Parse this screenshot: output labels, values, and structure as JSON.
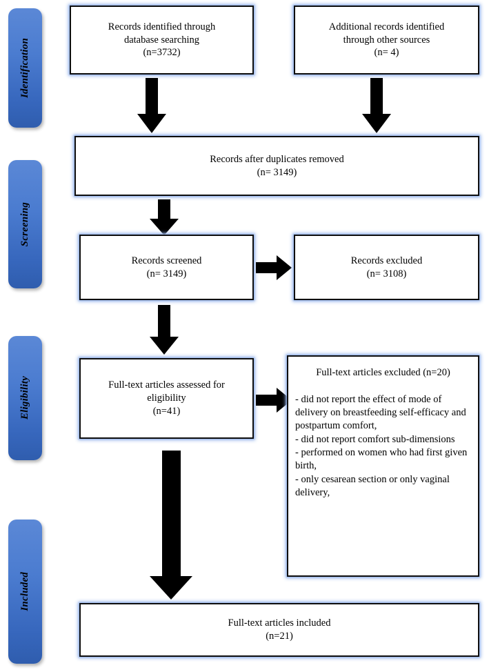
{
  "diagram": {
    "type": "prisma-flow-diagram",
    "title": "PRISMA study selection flow diagram",
    "stages": [
      {
        "id": "identification",
        "label": "Identification"
      },
      {
        "id": "screening",
        "label": "Screening"
      },
      {
        "id": "eligibility",
        "label": "Eligibility"
      },
      {
        "id": "included",
        "label": "Included"
      }
    ],
    "boxes": {
      "db_search": {
        "name": "records-identified-database",
        "lines": [
          "Records identified through",
          "database searching",
          "(n=3732)"
        ],
        "count": 3732
      },
      "other_sources": {
        "name": "additional-records-other-sources",
        "lines": [
          "Additional records identified",
          "through other sources",
          "(n= 4)"
        ],
        "count": 4
      },
      "duplicates_removed": {
        "name": "records-after-duplicates-removed",
        "lines": [
          "Records after duplicates removed",
          "(n= 3149)"
        ],
        "count": 3149
      },
      "records_screened": {
        "name": "records-screened",
        "lines": [
          "Records screened",
          "(n= 3149)"
        ],
        "count": 3149
      },
      "records_excluded": {
        "name": "records-excluded",
        "lines": [
          "Records excluded",
          "(n= 3108)"
        ],
        "count": 3108
      },
      "fulltext_assessed": {
        "name": "full-text-articles-assessed",
        "lines": [
          "Full-text articles assessed for",
          "eligibility",
          "(n=41)"
        ],
        "count": 41
      },
      "fulltext_excluded": {
        "name": "full-text-articles-excluded",
        "heading": [
          "Full-text articles excluded",
          "(n=20)"
        ],
        "count": 20,
        "reasons": [
          "- did not report the effect of mode of delivery on breastfeeding self-efficacy and postpartum comfort,",
          "- did not report comfort sub-dimensions",
          "- performed on women who had first given birth,",
          "- only cesarean section or only vaginal delivery,"
        ]
      },
      "fulltext_included": {
        "name": "full-text-articles-included",
        "lines": [
          "Full-text articles included",
          "(n=21)"
        ],
        "count": 21
      }
    },
    "arrows": [
      {
        "name": "arrow-db-search-to-duplicates",
        "direction": "down"
      },
      {
        "name": "arrow-other-sources-to-duplicates",
        "direction": "down"
      },
      {
        "name": "arrow-duplicates-to-screened",
        "direction": "down"
      },
      {
        "name": "arrow-screened-to-excluded",
        "direction": "right"
      },
      {
        "name": "arrow-screened-to-fulltext",
        "direction": "down"
      },
      {
        "name": "arrow-fulltext-to-excluded",
        "direction": "right"
      },
      {
        "name": "arrow-fulltext-to-included",
        "direction": "down"
      }
    ],
    "colors": {
      "pill_top": "#5b88d6",
      "pill_bottom": "#2f5dae",
      "box_border": "#0d0d0d",
      "box_glow": "#96b4eb",
      "arrow": "#000000",
      "background": "#ffffff"
    }
  }
}
